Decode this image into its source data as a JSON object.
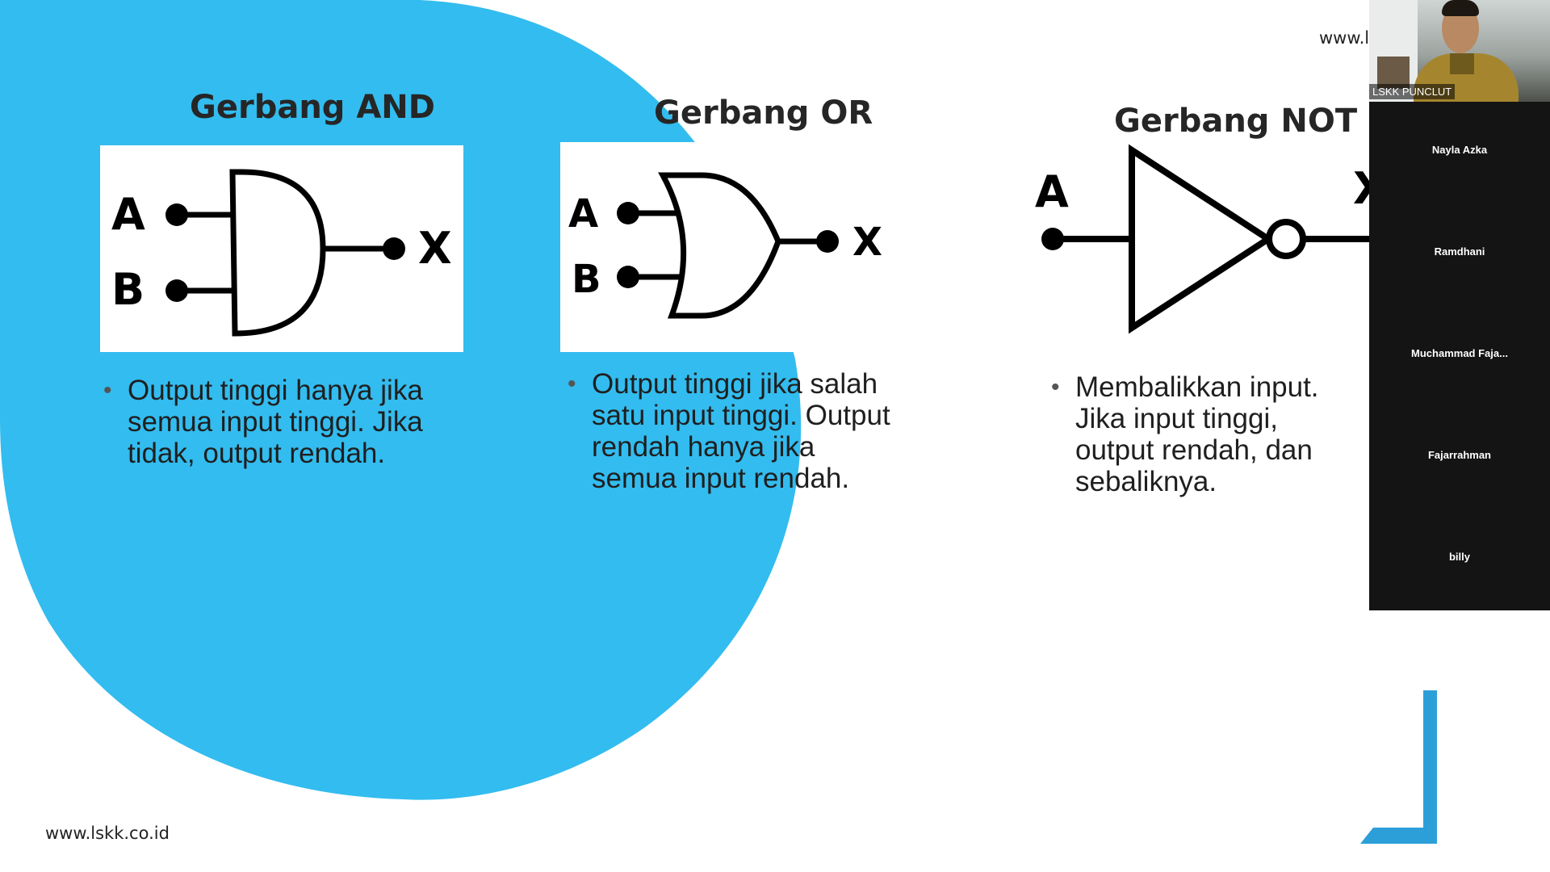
{
  "slide": {
    "accent_color": "#33bcef",
    "top_url": "www.ls",
    "footer_url": "www.lskk.co.id",
    "gates": [
      {
        "title": "Gerbang AND",
        "input_a": "A",
        "input_b": "B",
        "output": "X",
        "bullets": [
          "Output tinggi hanya jika semua input tinggi. Jika tidak, output rendah."
        ]
      },
      {
        "title": "Gerbang OR",
        "input_a": "A",
        "input_b": "B",
        "output": "X",
        "bullets": [
          "Output tinggi jika salah satu input tinggi. Output rendah hanya jika semua input rendah."
        ]
      },
      {
        "title": "Gerbang NOT",
        "input_a": "A",
        "output": "X",
        "bullets": [
          "Membalikkan input. Jika input tinggi, output rendah, dan sebaliknya."
        ]
      }
    ]
  },
  "call": {
    "speaker_label": "LSKK PUNCLUT",
    "participants": [
      "Nayla Azka",
      "Ramdhani",
      "Muchammad  Faja...",
      "Fajarrahman",
      "billy"
    ]
  },
  "icons": [
    "and-gate-icon",
    "or-gate-icon",
    "not-gate-icon",
    "corner-accent-icon"
  ]
}
